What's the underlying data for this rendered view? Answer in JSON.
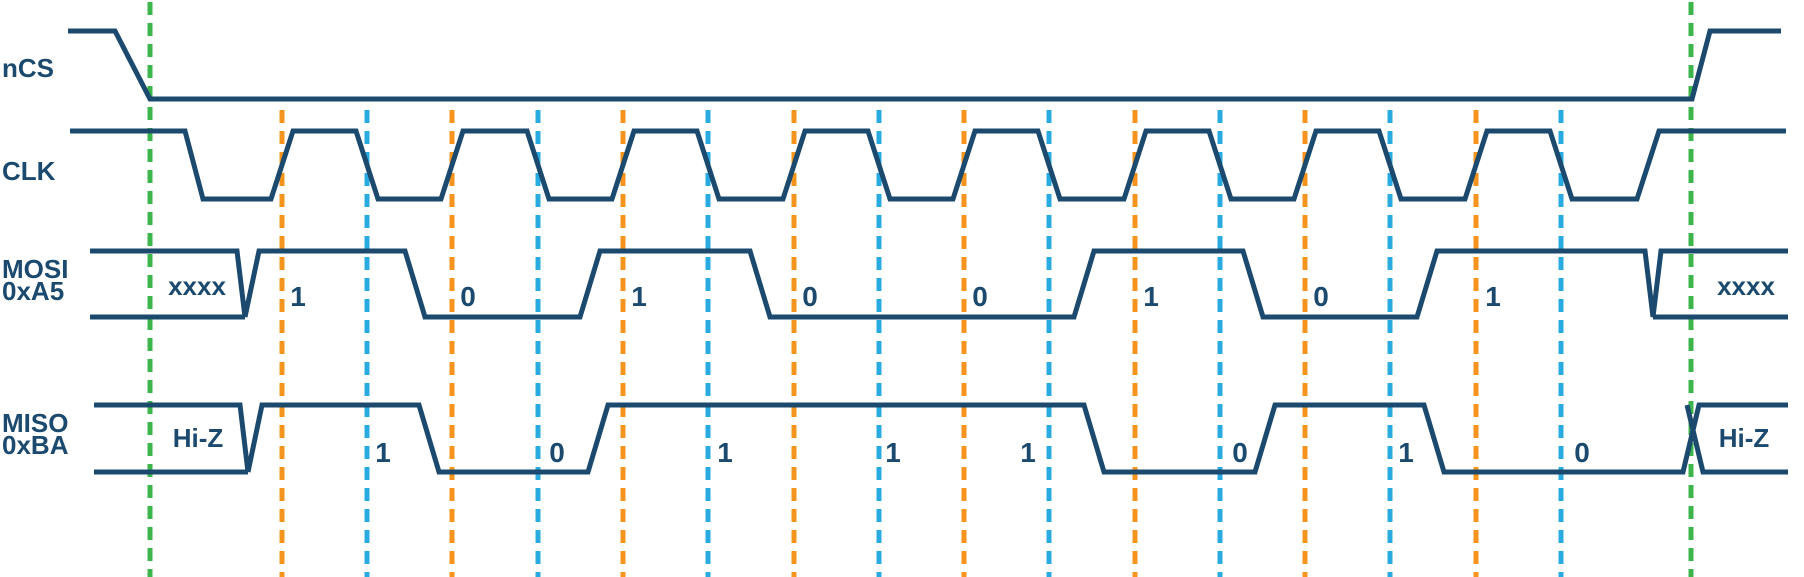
{
  "diagram_type": "spi-timing-diagram",
  "colors": {
    "background": "#FFFFFF",
    "waveform": "#1B4A6E",
    "label_text": "#1B4A6E",
    "chip_select_marker": "#3CB54B",
    "rising_edge_marker": "#F7941E",
    "falling_edge_marker": "#29ABE2"
  },
  "signals": [
    {
      "label": "nCS",
      "type": "chip-select"
    },
    {
      "label": "CLK",
      "type": "clock"
    },
    {
      "label": "MOSI",
      "value_label": "0xA5",
      "type": "data",
      "undefined_label": "xxxx",
      "bits": [
        "1",
        "0",
        "1",
        "0",
        "0",
        "1",
        "0",
        "1"
      ]
    },
    {
      "label": "MISO",
      "value_label": "0xBA",
      "type": "data",
      "undefined_label": "Hi-Z",
      "bits": [
        "1",
        "0",
        "1",
        "1",
        "1",
        "0",
        "1",
        "0"
      ]
    }
  ]
}
